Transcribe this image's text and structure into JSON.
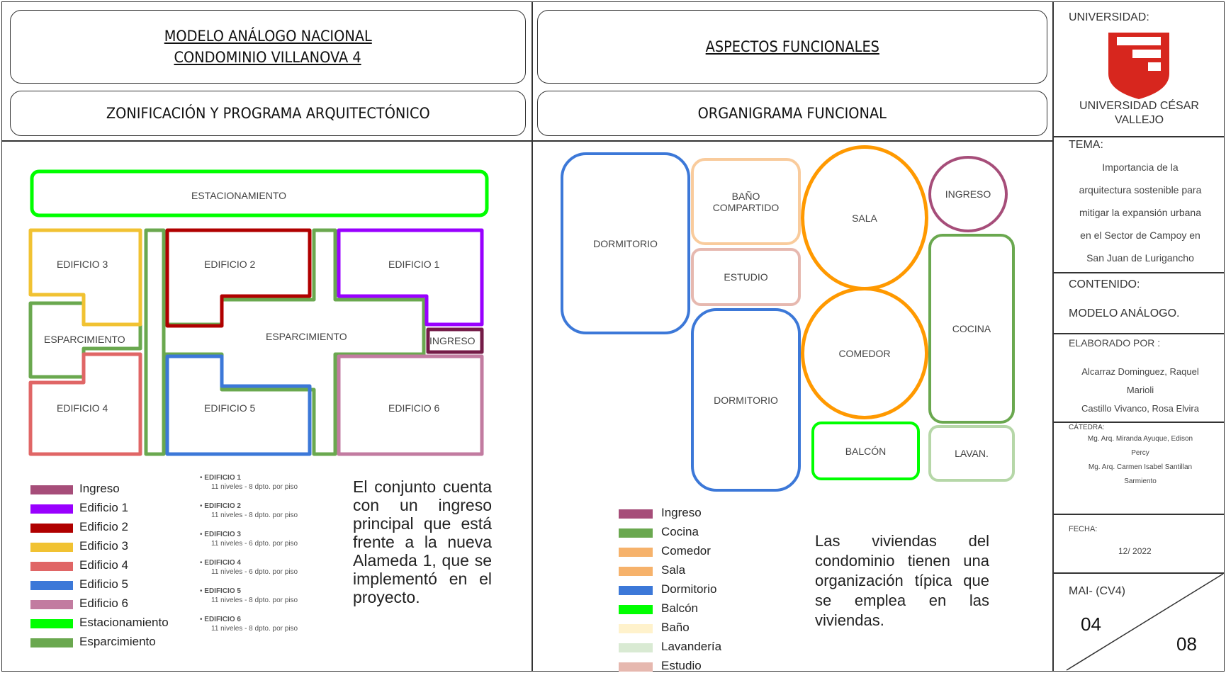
{
  "left": {
    "title_line1": "MODELO ANÁLOGO NACIONAL",
    "title_line2": "CONDOMINIO VILLANOVA 4",
    "subtitle": "ZONIFICACIÓN Y PROGRAMA ARQUITECTÓNICO",
    "zones": {
      "estacionamiento": "ESTACIONAMIENTO",
      "edificio1": "EDIFICIO 1",
      "edificio2": "EDIFICIO 2",
      "edificio3": "EDIFICIO 3",
      "edificio4": "EDIFICIO 4",
      "edificio5": "EDIFICIO 5",
      "edificio6": "EDIFICIO 6",
      "esparcimiento_left": "ESPARCIMIENTO",
      "esparcimiento_center": "ESPARCIMIENTO",
      "ingreso": "INGRESO"
    },
    "legend": [
      {
        "label": "Ingreso",
        "color": "#a64d79"
      },
      {
        "label": "Edificio 1",
        "color": "#9900ff"
      },
      {
        "label": "Edificio 2",
        "color": "#b00000"
      },
      {
        "label": "Edificio 3",
        "color": "#f1c232"
      },
      {
        "label": "Edificio 4",
        "color": "#e06666"
      },
      {
        "label": "Edificio 5",
        "color": "#3c78d8"
      },
      {
        "label": "Edificio 6",
        "color": "#c27ba0"
      },
      {
        "label": "Estacionamiento",
        "color": "#00ff00"
      },
      {
        "label": "Esparcimiento",
        "color": "#6aa84f"
      }
    ],
    "buildings": [
      {
        "name": "EDIFICIO 1",
        "detail": "11 niveles - 8 dpto. por piso"
      },
      {
        "name": "EDIFICIO 2",
        "detail": "11 niveles - 8 dpto. por piso"
      },
      {
        "name": "EDIFICIO 3",
        "detail": "11 niveles - 6 dpto. por piso"
      },
      {
        "name": "EDIFICIO 4",
        "detail": "11 niveles - 6 dpto. por piso"
      },
      {
        "name": "EDIFICIO 5",
        "detail": "11 niveles - 8 dpto. por piso"
      },
      {
        "name": "EDIFICIO 6",
        "detail": "11 niveles - 8 dpto. por piso"
      }
    ],
    "paragraph": "El conjunto cuenta con un ingreso principal que está frente a la nueva Alameda 1, que se implementó en el proyecto."
  },
  "middle": {
    "title": "ASPECTOS FUNCIONALES",
    "subtitle": "ORGANIGRAMA FUNCIONAL",
    "nodes": {
      "dormitorio1": "DORMITORIO",
      "bano_line1": "BAÑO",
      "bano_line2": "COMPARTIDO",
      "sala": "SALA",
      "ingreso": "INGRESO",
      "estudio": "ESTUDIO",
      "cocina": "COCINA",
      "comedor": "COMEDOR",
      "dormitorio2": "DORMITORIO",
      "balcon": "BALCÓN",
      "lavan": "LAVAN."
    },
    "legend": [
      {
        "label": "Ingreso",
        "color": "#a64d79"
      },
      {
        "label": "Cocina",
        "color": "#6aa84f"
      },
      {
        "label": "Comedor",
        "color": "#f6b26b"
      },
      {
        "label": "Sala",
        "color": "#f6b26b"
      },
      {
        "label": "Dormitorio",
        "color": "#3c78d8"
      },
      {
        "label": "Balcón",
        "color": "#00ff00"
      },
      {
        "label": "Baño",
        "color": "#fff2cc"
      },
      {
        "label": "Lavandería",
        "color": "#d9ead3"
      },
      {
        "label": "Estudio",
        "color": "#e6b8af"
      }
    ],
    "paragraph": "Las viviendas del condominio tienen una organización típica que se emplea en las viviendas."
  },
  "sidebar": {
    "universidad_label": "UNIVERSIDAD:",
    "universidad_name_line1": "UNIVERSIDAD CÉSAR",
    "universidad_name_line2": "VALLEJO",
    "tema_label": "TEMA:",
    "tema_lines": [
      "Importancia de la",
      "arquitectura sostenible para",
      "mitigar la expansión urbana",
      "en el Sector de Campoy en",
      "San Juan de Lurigancho"
    ],
    "contenido_label": "CONTENIDO:",
    "contenido_value": "MODELO ANÁLOGO.",
    "elaborado_label": "ELABORADO POR :",
    "elaborado_lines": [
      "Alcarraz Dominguez, Raquel",
      "Marioli",
      "Castillo Vivanco, Rosa Elvira"
    ],
    "catedra_label": "CÁTEDRA:",
    "catedra_lines": [
      "Mg. Arq. Miranda Ayuque, Edison",
      "Percy",
      "Mg. Arq. Carmen Isabel Santillan",
      "Sarmiento"
    ],
    "fecha_label": "FECHA:",
    "fecha_value": "12/ 2022",
    "code": "MAI- (CV4)",
    "sheet": "04",
    "total": "08",
    "logo_color": "#d7261e"
  }
}
